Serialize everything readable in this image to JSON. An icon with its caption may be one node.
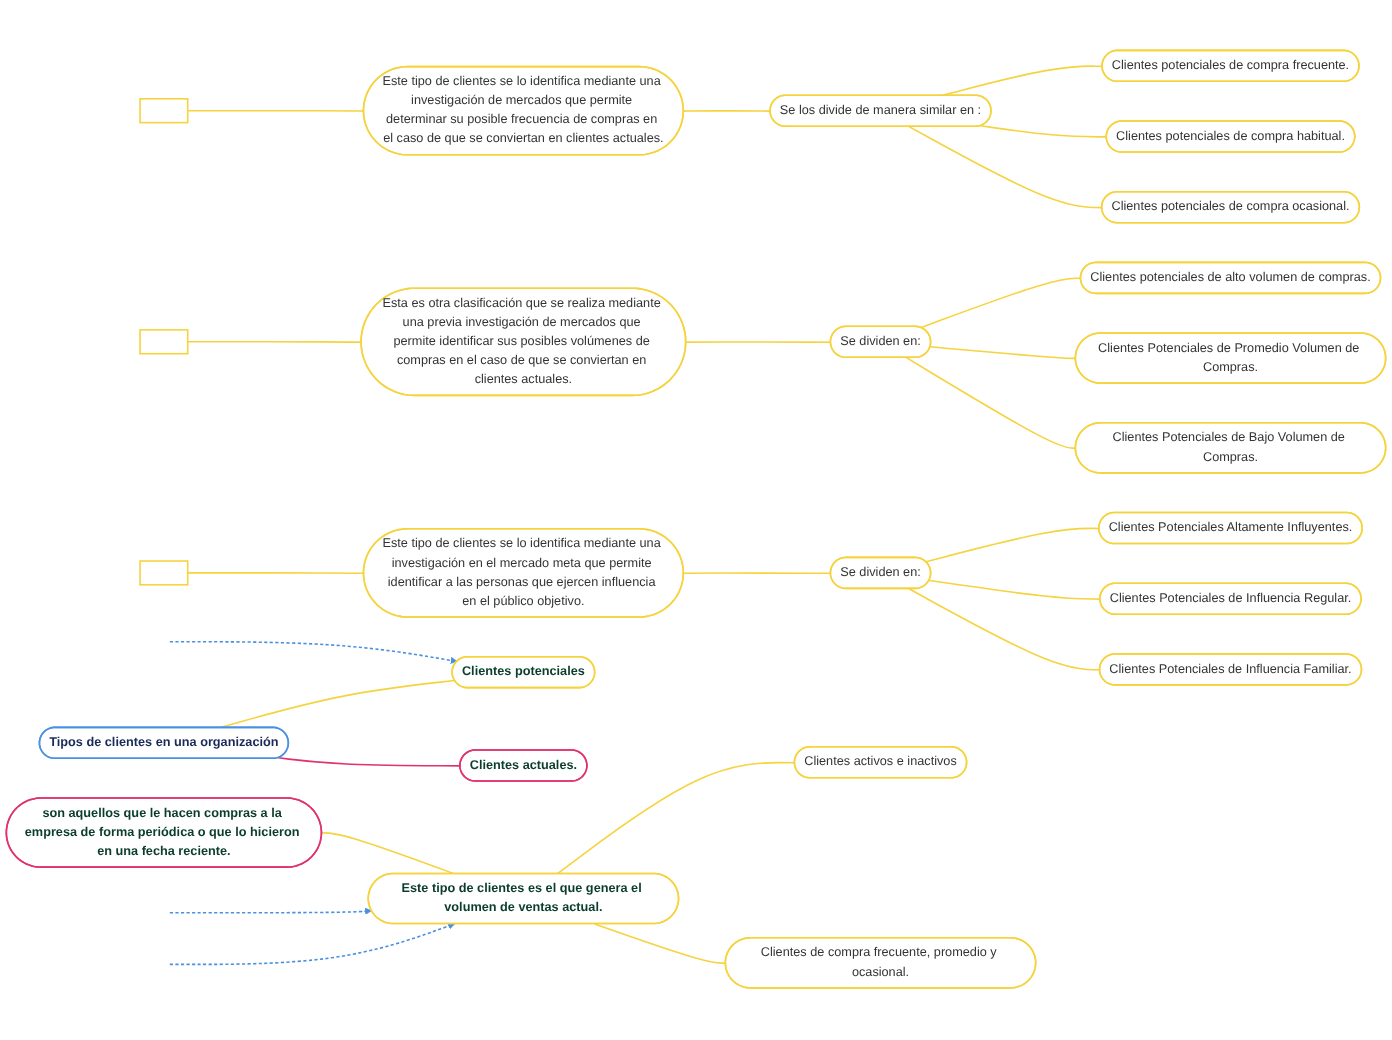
{
  "diagram": {
    "nodes": [
      {
        "text": [],
        "shape": "box"
      },
      {
        "text": [],
        "shape": "box"
      },
      {
        "text": [],
        "shape": "box"
      },
      {
        "text": [
          "Este tipo de clientes se lo identifica mediante una investigación de mercados que permite determinar su posible frecuencia de compras en el caso de que se conviertan en clientes actuales."
        ]
      },
      {
        "text": [
          "Se los divide de manera similar en :"
        ]
      },
      {
        "text": [
          "Clientes potenciales de compra frecuente."
        ]
      },
      {
        "text": [
          "Clientes potenciales de compra habitual."
        ]
      },
      {
        "text": [
          "Clientes potenciales de compra ocasional."
        ]
      },
      {
        "text": [
          "Esta es otra clasificación que se realiza mediante una previa investigación de mercados que permite identificar sus posibles volúmenes de compras en el caso de que se conviertan en clientes actuales."
        ]
      },
      {
        "text": [
          "Se dividen en:"
        ]
      },
      {
        "text": [
          "Clientes potenciales de alto volumen de compras."
        ]
      },
      {
        "text": [
          "Clientes Potenciales de Promedio Volumen de Compras."
        ]
      },
      {
        "text": [
          "Clientes Potenciales de Bajo Volumen de Compras."
        ]
      },
      {
        "text": [
          "Este tipo de clientes se lo identifica mediante una investigación en el mercado meta que permite identificar a las personas que ejercen influencia en el público objetivo."
        ]
      },
      {
        "text": [
          "Se dividen en:"
        ]
      },
      {
        "text": [
          "Clientes Potenciales Altamente Influyentes."
        ]
      },
      {
        "text": [
          "Clientes Potenciales de Influencia Regular."
        ]
      },
      {
        "text": [
          "Clientes Potenciales de Influencia Familiar."
        ]
      },
      {
        "text": [
          "Clientes potenciales"
        ]
      },
      {
        "text": [
          "Tipos de clientes en una organización"
        ]
      },
      {
        "text": [
          "Clientes actuales."
        ]
      },
      {
        "text": [
          "son aquellos que le hacen compras a la empresa de forma periódica o que lo hicieron en una fecha reciente."
        ]
      },
      {
        "text": [
          "Este tipo de clientes es el que genera el volumen de ventas actual."
        ]
      },
      {
        "text": [
          "Clientes activos e inactivos"
        ]
      },
      {
        "text": [
          "Clientes de compra frecuente, promedio y ocasional."
        ]
      }
    ],
    "edges": [
      {
        "from": 0,
        "to": 3,
        "arrow": "none"
      },
      {
        "from": 3,
        "to": 4,
        "arrow": "none"
      },
      {
        "from": 4,
        "to": 5,
        "arrow": "none"
      },
      {
        "from": 4,
        "to": 6,
        "arrow": "none"
      },
      {
        "from": 4,
        "to": 7,
        "arrow": "none"
      },
      {
        "from": 1,
        "to": 8,
        "arrow": "none"
      },
      {
        "from": 8,
        "to": 9,
        "arrow": "none"
      },
      {
        "from": 9,
        "to": 10,
        "arrow": "none"
      },
      {
        "from": 9,
        "to": 11,
        "arrow": "none"
      },
      {
        "from": 9,
        "to": 12,
        "arrow": "none"
      },
      {
        "from": 2,
        "to": 13,
        "arrow": "none"
      },
      {
        "from": 13,
        "to": 14,
        "arrow": "none"
      },
      {
        "from": 14,
        "to": 15,
        "arrow": "none"
      },
      {
        "from": 14,
        "to": 16,
        "arrow": "none"
      },
      {
        "from": 14,
        "to": 17,
        "arrow": "none"
      },
      {
        "from": null,
        "to": 18,
        "arrow": "to",
        "style": "dashed",
        "color": "#4a90e2"
      },
      {
        "from": 19,
        "to": 18,
        "arrow": "none"
      },
      {
        "from": 19,
        "to": 20,
        "arrow": "none",
        "color": "#e0336e"
      },
      {
        "from": 21,
        "to": 22,
        "arrow": "none"
      },
      {
        "from": null,
        "to": 22,
        "arrow": "to",
        "style": "dashed",
        "color": "#4a90e2"
      },
      {
        "from": null,
        "to": 22,
        "arrow": "to",
        "style": "dashed",
        "color": "#4a90e2"
      },
      {
        "from": 22,
        "to": 23,
        "arrow": "none"
      },
      {
        "from": 22,
        "to": 24,
        "arrow": "none"
      }
    ]
  }
}
